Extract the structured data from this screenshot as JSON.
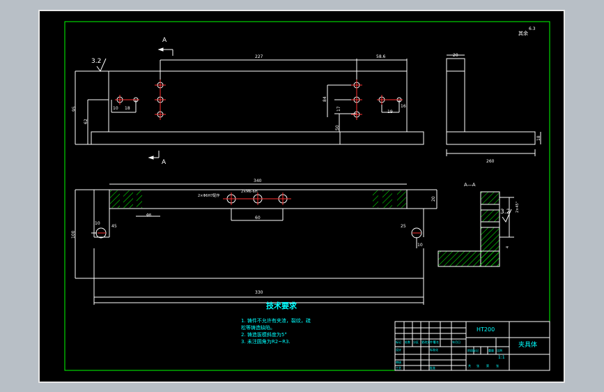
{
  "colors": {
    "background": "#b8bfc6",
    "sheet": "#000000",
    "border": "#00ff00",
    "geometry": "#ffffff",
    "dimension": "#ffffff",
    "text": "#00ffff",
    "centerline": "#ff3030"
  },
  "roughness": {
    "top_left": "3.2",
    "section_aa": "3.2",
    "other_prefix": "其余",
    "other_value": "6.3"
  },
  "section": {
    "mark_top": "A",
    "mark_bottom": "A",
    "label": "A—A"
  },
  "top_view_dims": {
    "d227": "227",
    "d58": "58.6",
    "d10": "10",
    "d18": "18",
    "d19": "19",
    "d16": "16",
    "d95": "95",
    "d62": "62",
    "d84": "84",
    "d17": "17",
    "d50": "50"
  },
  "side_view_dims": {
    "d20": "20",
    "d260": "260",
    "d18": "18"
  },
  "front_view_dims": {
    "d340": "340",
    "d20": "20",
    "d60": "60",
    "d100": "100",
    "d10a": "10",
    "d10b": "10",
    "d45": "45",
    "d25": "25",
    "d330": "330",
    "hole_callout": "2×Φ6H7配作",
    "hole_callout2": "2×M6-6H",
    "d8": "Φ8"
  },
  "section_dims": {
    "d2": "2×45°",
    "d4": "4"
  },
  "tech": {
    "title": "技术要求",
    "lines": [
      "1. 铸件不允许有夹渣，裂纹，疏",
      "松等铸造缺陷。",
      "2. 铸造拔模斜度为5°",
      "3. 未注圆角为R2~R3."
    ]
  },
  "title_block": {
    "material": "HT200",
    "part_name": "夹具体",
    "scale": "1:1",
    "weight": "",
    "labels": [
      "标记",
      "处数",
      "分区",
      "更改文件号",
      "签名",
      "年月日",
      "设计",
      "标准化",
      "审核",
      "工艺",
      "批准",
      "阶段标记",
      "重量",
      "比例",
      "共",
      "张",
      "第",
      "张"
    ]
  }
}
